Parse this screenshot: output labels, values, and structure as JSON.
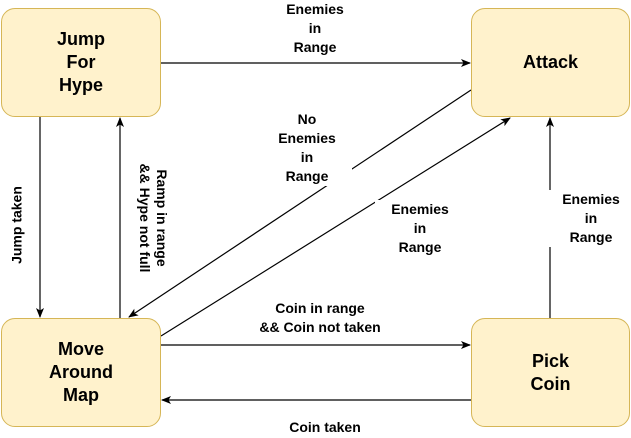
{
  "nodes": {
    "jump": "Jump\nFor\nHype",
    "attack": "Attack",
    "move": "Move\nAround\nMap",
    "pick": "Pick\nCoin"
  },
  "edges": {
    "jump_to_attack": "Enemies\nin\nRange",
    "attack_to_move": "No\nEnemies\nin\nRange",
    "move_to_attack": "Enemies\nin\nRange",
    "jump_to_move": "Jump taken",
    "move_to_jump": "Ramp in range\n&& Hype not full",
    "pick_to_attack": "Enemies\nin\nRange",
    "move_to_pick": "Coin in range\n&& Coin not taken",
    "pick_to_move": "Coin taken"
  },
  "colors": {
    "node_fill": "#fff2cc",
    "node_stroke": "#d6b656",
    "edge": "#000000"
  }
}
